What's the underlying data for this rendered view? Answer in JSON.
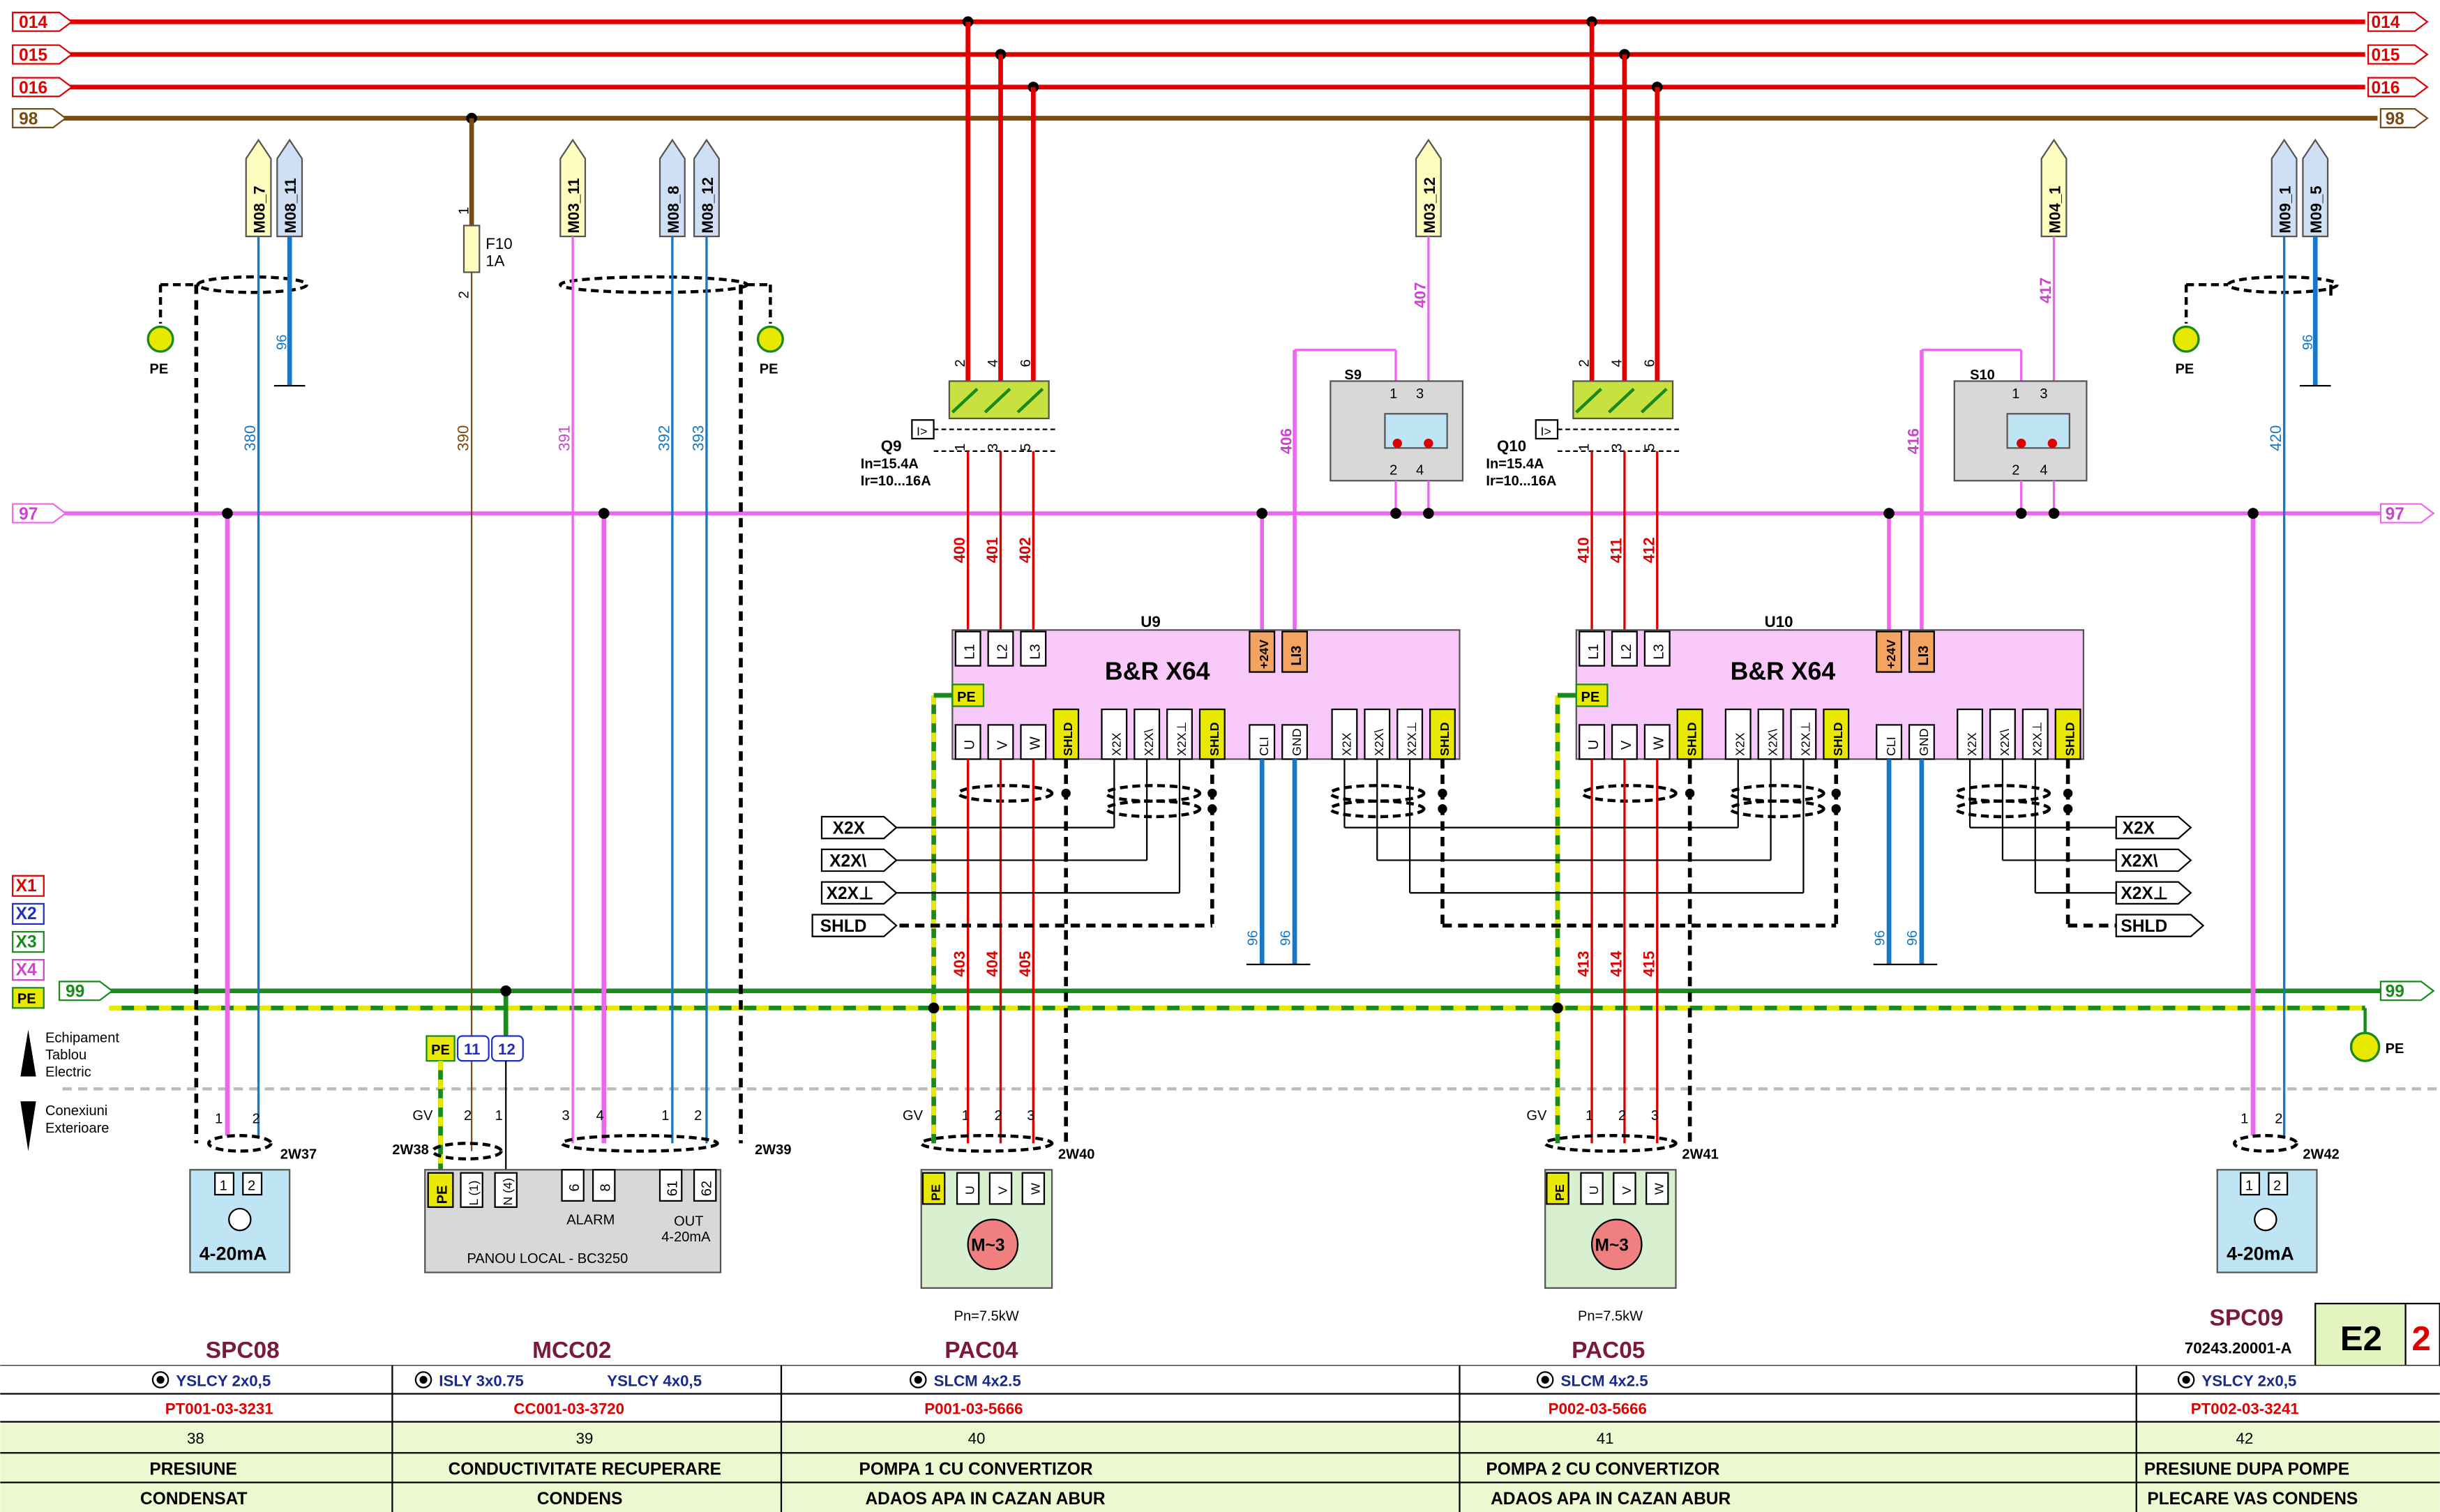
{
  "buses": [
    {
      "label": "014",
      "color": "#e00000"
    },
    {
      "label": "015",
      "color": "#e00000"
    },
    {
      "label": "016",
      "color": "#e00000"
    },
    {
      "label": "98",
      "color": "#7a4a12"
    },
    {
      "label": "97",
      "color": "#ee66ee"
    },
    {
      "label": "99",
      "color": "#1a8a1a"
    }
  ],
  "colors": {
    "red": "#e00000",
    "brown": "#7a4a12",
    "pink": "#ee66ee",
    "green": "#1a8a1a",
    "yellow": "#e8e800",
    "blue": "#1878c8",
    "drive": "#f8c8f8",
    "orange": "#f4a460"
  },
  "legend": {
    "items": [
      "X1",
      "X2",
      "X3",
      "X4",
      "PE"
    ],
    "up": [
      "Echipament",
      "Tablou",
      "Electric"
    ],
    "down": [
      "Conexiuni",
      "Exterioare"
    ]
  },
  "signals_top": {
    "spc08": [
      "M08_7",
      "M08_11"
    ],
    "mcc": [
      "M03_11",
      "M08_8",
      "M08_12"
    ],
    "pac04": "M03_12",
    "pac05": "M04_1",
    "spc09": [
      "M09_1",
      "M09_5"
    ]
  },
  "wires": {
    "w380": "380",
    "w390": "390",
    "w391": "391",
    "w392": "392",
    "w393": "393",
    "w407": "407",
    "w406": "406",
    "w417": "417",
    "w416": "416",
    "w420": "420",
    "w96": "96",
    "w400": "400",
    "w401": "401",
    "w402": "402",
    "w403": "403",
    "w404": "404",
    "w405": "405",
    "w410": "410",
    "w411": "411",
    "w412": "412",
    "w413": "413",
    "w414": "414",
    "w415": "415"
  },
  "fuse": {
    "name": "F10",
    "rating": "1A",
    "t1": "2",
    "t2": "1"
  },
  "pe": "PE",
  "breakers": [
    {
      "name": "Q9",
      "in": "In=15.4A",
      "ir": "Ir=10...16A"
    },
    {
      "name": "Q10",
      "in": "In=15.4A",
      "ir": "Ir=10...16A"
    }
  ],
  "switches": [
    "S9",
    "S10"
  ],
  "drives": [
    {
      "ref": "U9",
      "model": "B&R X64"
    },
    {
      "ref": "U10",
      "model": "B&R X64"
    }
  ],
  "drive_terms": {
    "top": [
      "L1",
      "L2",
      "L3"
    ],
    "pwr": [
      "+24V",
      "LI3"
    ],
    "pe": "PE",
    "out": [
      "U",
      "V",
      "W",
      "SHLD"
    ],
    "enc": [
      "X2X",
      "X2X\\",
      "X2X⊥",
      "SHLD"
    ],
    "io": [
      "CLI",
      "GND"
    ]
  },
  "x2x_labels": [
    "X2X",
    "X2X\\",
    "X2X⊥",
    "SHLD"
  ],
  "cables": {
    "w37": "2W37",
    "w38": "2W38",
    "w39": "2W39",
    "w40": "2W40",
    "w41": "2W41",
    "w42": "2W42",
    "gv": "GV"
  },
  "terminal_block": [
    "PE",
    "11",
    "12"
  ],
  "sensor_label": "4-20mA",
  "panel": {
    "title": "PANOU LOCAL - BC3250",
    "alarm": "ALARM",
    "out1": "OUT",
    "out2": "4-20mA",
    "t": [
      "PE",
      "L (1)",
      "N (4)",
      "6",
      "8",
      "61",
      "62"
    ]
  },
  "motor": {
    "label": "M~3",
    "power": "Pn=7.5kW",
    "terms": [
      "PE",
      "U",
      "V",
      "W"
    ]
  },
  "columns": [
    {
      "tag": "SPC08",
      "cable": "YSLCY 2x0,5",
      "code": "PT001-03-3231",
      "num": "38",
      "desc1": "PRESIUNE",
      "desc2": "CONDENSAT"
    },
    {
      "tag": "MCC02",
      "cable": "ISLY 3x0.75",
      "cable2": "YSLCY 4x0,5",
      "code": "CC001-03-3720",
      "num": "39",
      "desc1": "CONDUCTIVITATE RECUPERARE",
      "desc2": "CONDENS"
    },
    {
      "tag": "PAC04",
      "cable": "SLCM 4x2.5",
      "code": "P001-03-5666",
      "num": "40",
      "desc1": "POMPA 1 CU CONVERTIZOR",
      "desc2": "ADAOS APA IN CAZAN ABUR"
    },
    {
      "tag": "PAC05",
      "cable": "SLCM 4x2.5",
      "code": "P002-03-5666",
      "num": "41",
      "desc1": "POMPA 2 CU CONVERTIZOR",
      "desc2": "ADAOS APA IN CAZAN ABUR"
    },
    {
      "tag": "SPC09",
      "cable": "YSLCY 2x0,5",
      "code": "PT002-03-3241",
      "num": "42",
      "desc1": "PRESIUNE DUPA POMPE",
      "desc2": "PLECARE VAS CONDENS"
    }
  ],
  "title_block": {
    "doc": "70243.20001-A",
    "sheet": "E2",
    "page": "2"
  }
}
